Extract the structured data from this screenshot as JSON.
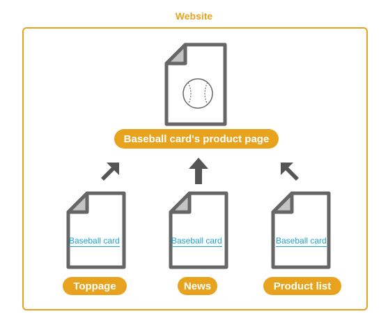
{
  "diagram": {
    "frame_title": "Website",
    "main_page_label": "Baseball card's product page",
    "sources": [
      {
        "label": "Toppage",
        "link_text": "Baseball card"
      },
      {
        "label": "News",
        "link_text": "Baseball card"
      },
      {
        "label": "Product list",
        "link_text": "Baseball card"
      }
    ],
    "colors": {
      "accent": "#e8a31e",
      "document_outline": "#666666",
      "document_fold": "#c4c4c4",
      "link": "#1fa3d6",
      "arrow": "#555555"
    },
    "icons": [
      "document-icon",
      "baseball-icon",
      "arrow-icon"
    ]
  }
}
